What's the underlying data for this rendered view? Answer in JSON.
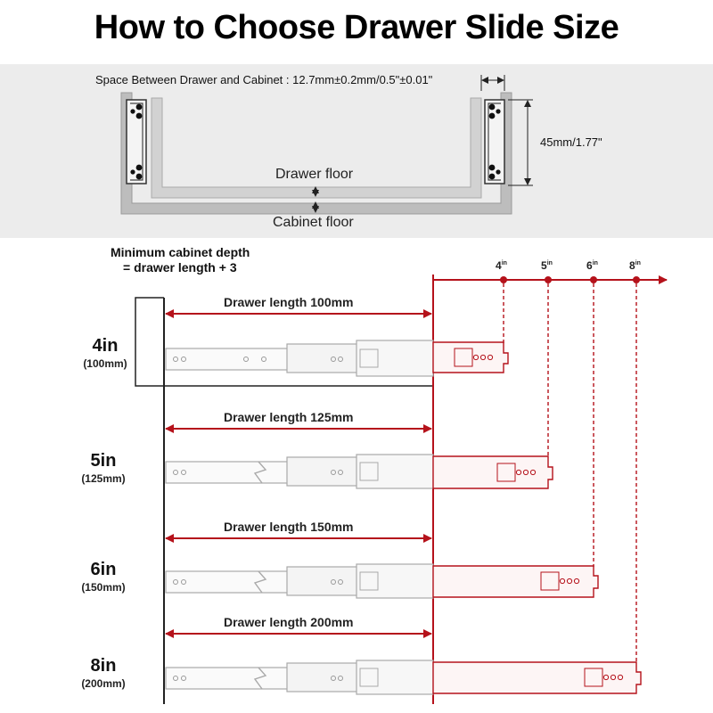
{
  "title": "How to Choose Drawer Slide Size",
  "top_diagram": {
    "space_label": "Space Between Drawer and Cabinet : 12.7mm±0.2mm/0.5\"±0.01\"",
    "height_label": "45mm/1.77\"",
    "drawer_floor": "Drawer floor",
    "cabinet_floor": "Cabinet floor"
  },
  "min_depth": {
    "line1": "Minimum cabinet depth",
    "line2": "= drawer length + 3"
  },
  "ticks": [
    {
      "num": "4",
      "unit": "in"
    },
    {
      "num": "5",
      "unit": "in"
    },
    {
      "num": "6",
      "unit": "in"
    },
    {
      "num": "8",
      "unit": "in"
    }
  ],
  "rows": [
    {
      "length_label": "Drawer length 100mm",
      "size": "4in",
      "size_mm": "(100mm)"
    },
    {
      "length_label": "Drawer length 125mm",
      "size": "5in",
      "size_mm": "(125mm)"
    },
    {
      "length_label": "Drawer length 150mm",
      "size": "6in",
      "size_mm": "(150mm)"
    },
    {
      "length_label": "Drawer length 200mm",
      "size": "8in",
      "size_mm": "(200mm)"
    }
  ],
  "colors": {
    "accent_red": "#b5121b",
    "slide_grey": "#a9a9a9",
    "panel_bg": "#ececec"
  }
}
